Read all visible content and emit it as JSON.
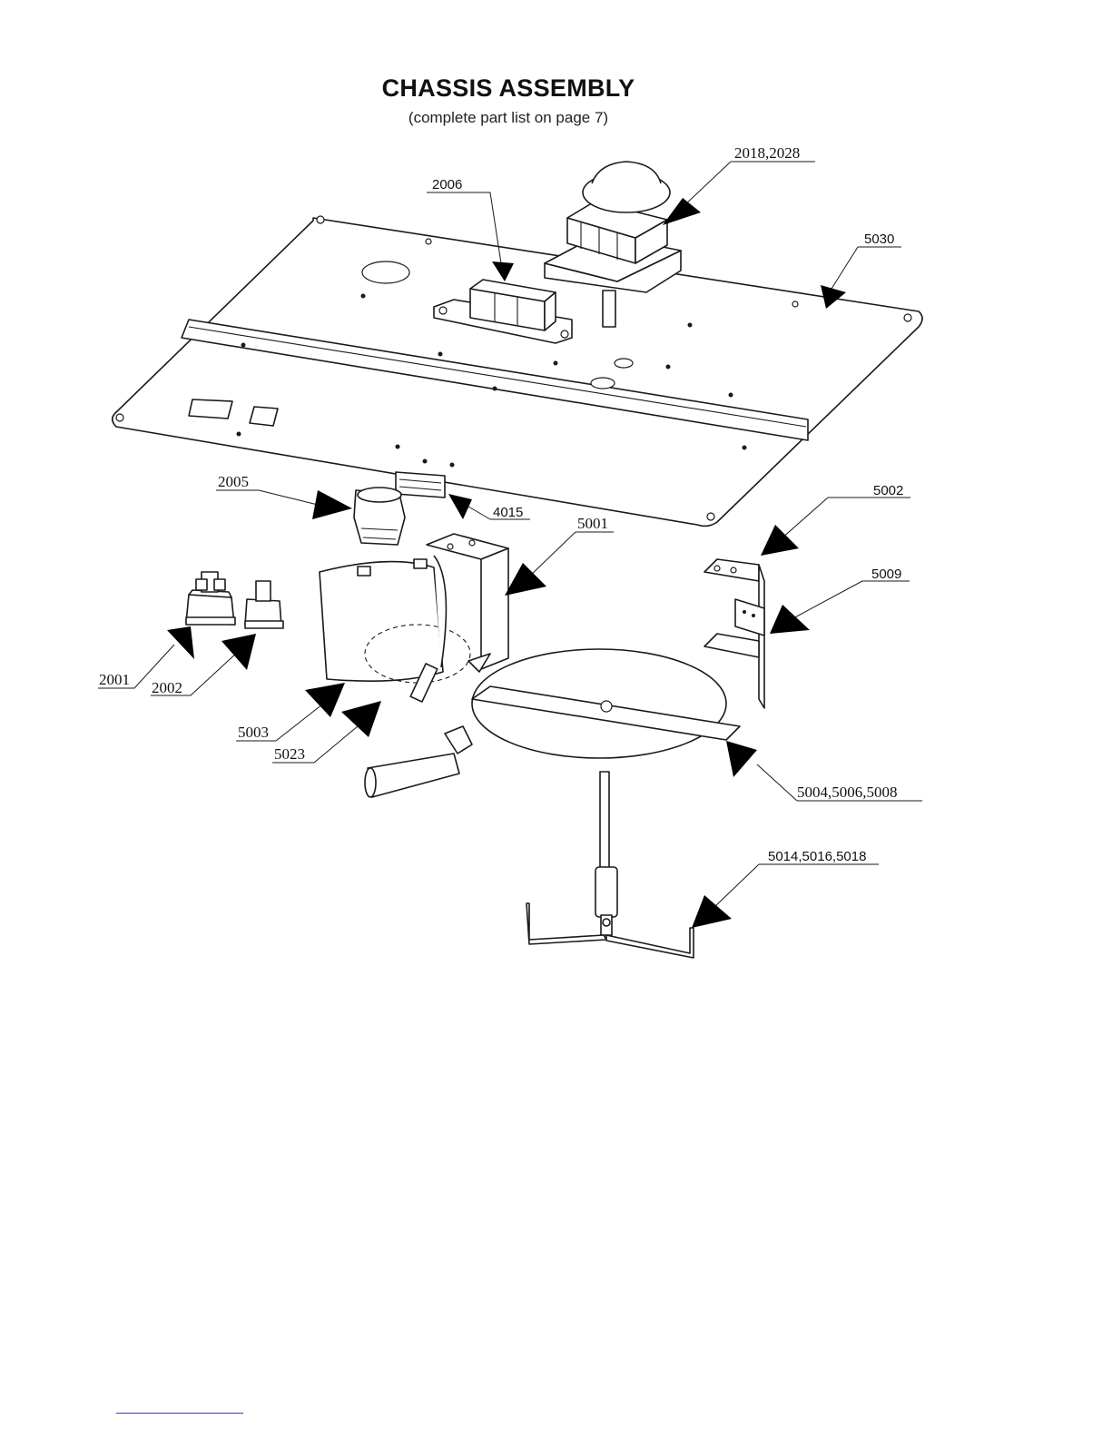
{
  "header": {
    "title": "CHASSIS ASSEMBLY",
    "subtitle": "(complete part list on page 7)"
  },
  "callouts": {
    "c2018": "2018,2028",
    "c2006": "2006",
    "c5030": "5030",
    "c2005": "2005",
    "c4015": "4015",
    "c5001": "5001",
    "c5002": "5002",
    "c5009": "5009",
    "c2001": "2001",
    "c2002": "2002",
    "c5003": "5003",
    "c5023": "5023",
    "c5004": "5004,5006,5008",
    "c5014": "5014,5016,5018"
  },
  "colors": {
    "line": "#1a1a1a",
    "footer_link": "#2b3fd6"
  }
}
